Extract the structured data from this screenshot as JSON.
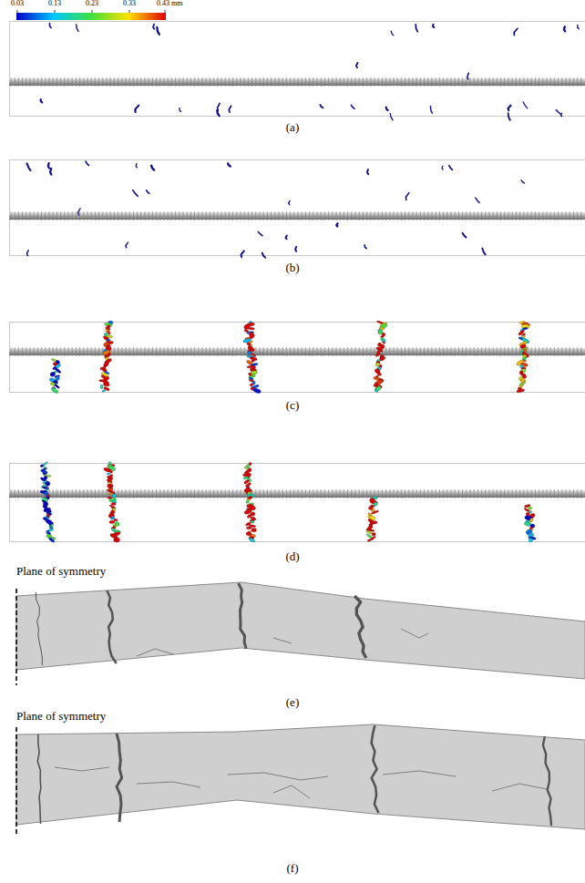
{
  "diagram": {
    "labels": [
      "0.03",
      "0.13",
      "0.23",
      "0.33",
      "0.43 mm",
      "(a)",
      "(b)",
      "(c)",
      "(d)",
      "Plane of symmetry",
      "(e)",
      "Plane of symmetry",
      "(f)"
    ]
  }
}
